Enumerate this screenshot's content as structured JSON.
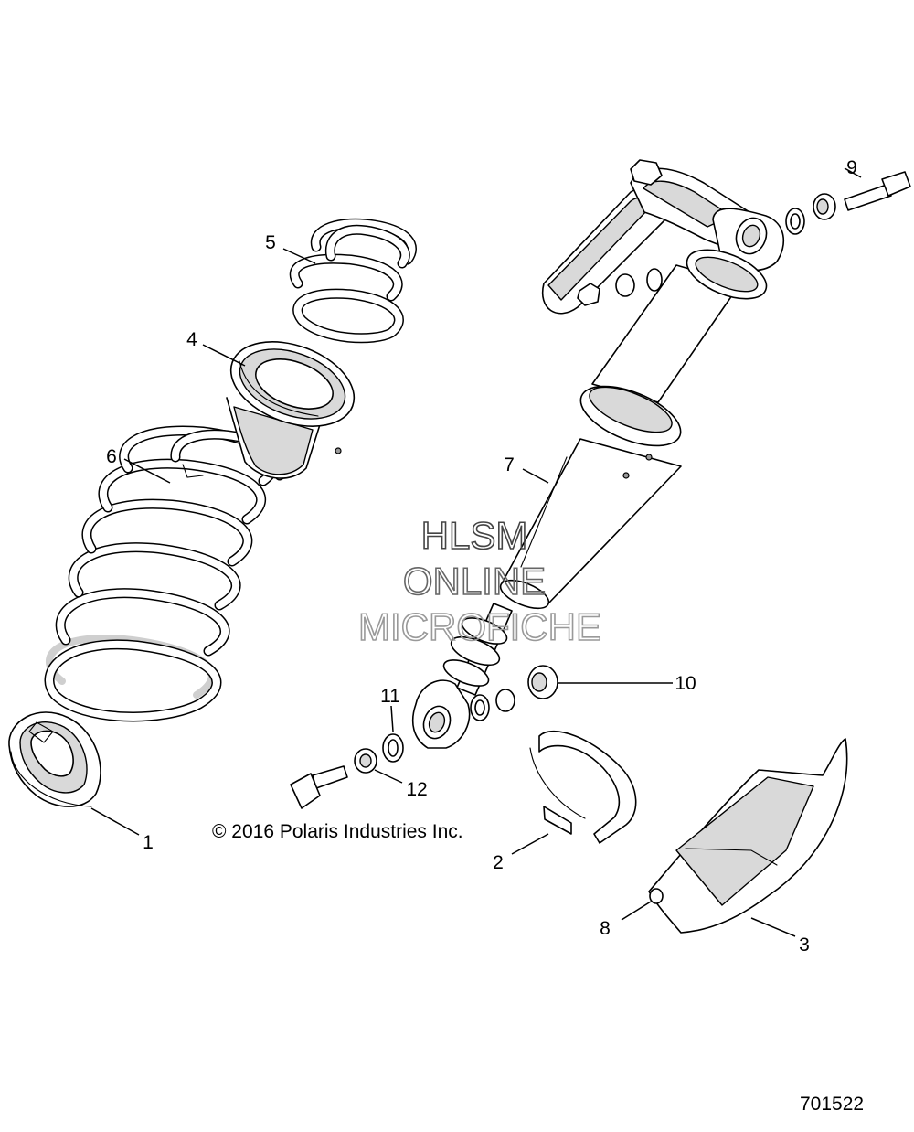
{
  "callouts": [
    {
      "id": "1",
      "label": "1"
    },
    {
      "id": "2",
      "label": "2"
    },
    {
      "id": "3",
      "label": "3"
    },
    {
      "id": "4",
      "label": "4"
    },
    {
      "id": "5",
      "label": "5"
    },
    {
      "id": "6",
      "label": "6"
    },
    {
      "id": "7",
      "label": "7"
    },
    {
      "id": "8",
      "label": "8"
    },
    {
      "id": "9",
      "label": "9"
    },
    {
      "id": "10",
      "label": "10"
    },
    {
      "id": "11",
      "label": "11"
    },
    {
      "id": "12",
      "label": "12"
    }
  ],
  "watermark": {
    "line1": "HLSM",
    "line2": "ONLINE",
    "line3": "MICROFICHE"
  },
  "copyright": "© 2016 Polaris Industries Inc.",
  "figure_number": "701522"
}
